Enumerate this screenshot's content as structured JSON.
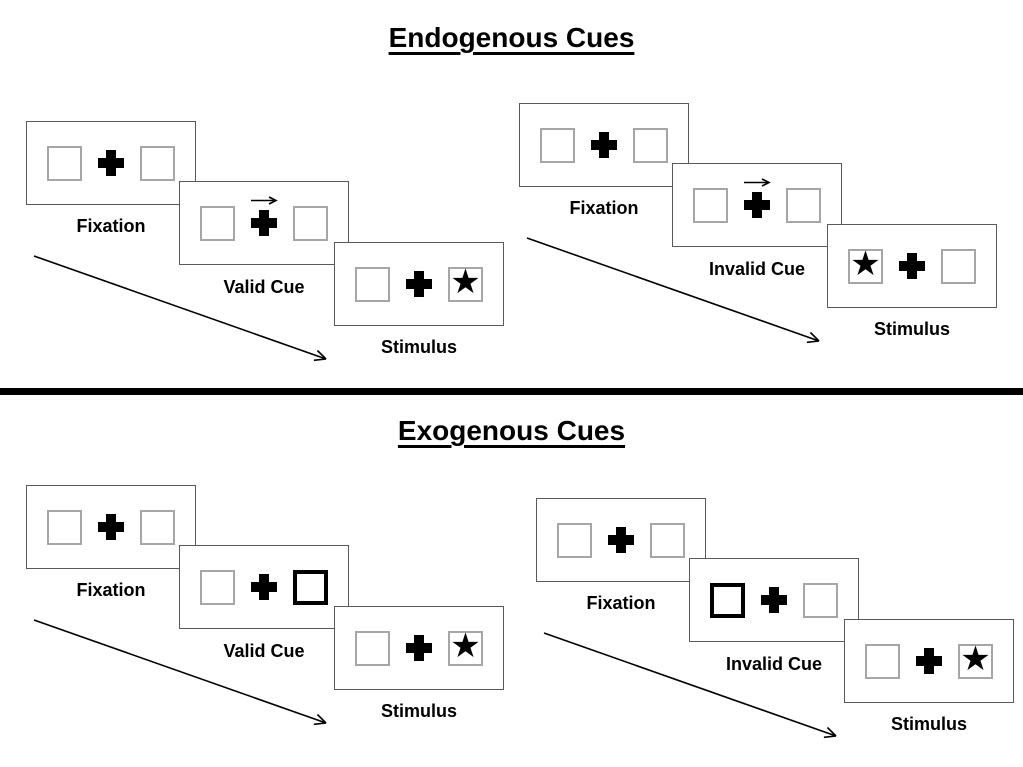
{
  "page": {
    "background": "#ffffff"
  },
  "colors": {
    "panel_border": "#595959",
    "placeholder_box_border": "#a6a6a6",
    "exogenous_cue_box_border": "#000000",
    "divider": "#000000",
    "text": "#000000"
  },
  "glyphs": {
    "star": "★"
  },
  "sections": [
    {
      "title": "Endogenous Cues",
      "groups": [
        {
          "name": "valid-trial",
          "panels": [
            {
              "label": "Fixation"
            },
            {
              "label": "Valid Cue"
            },
            {
              "label": "Stimulus"
            }
          ]
        },
        {
          "name": "invalid-trial",
          "panels": [
            {
              "label": "Fixation"
            },
            {
              "label": "Invalid Cue"
            },
            {
              "label": "Stimulus"
            }
          ]
        }
      ]
    },
    {
      "title": "Exogenous Cues",
      "groups": [
        {
          "name": "valid-trial",
          "panels": [
            {
              "label": "Fixation"
            },
            {
              "label": "Valid Cue"
            },
            {
              "label": "Stimulus"
            }
          ]
        },
        {
          "name": "invalid-trial",
          "panels": [
            {
              "label": "Fixation"
            },
            {
              "label": "Invalid Cue"
            },
            {
              "label": "Stimulus"
            }
          ]
        }
      ]
    }
  ]
}
